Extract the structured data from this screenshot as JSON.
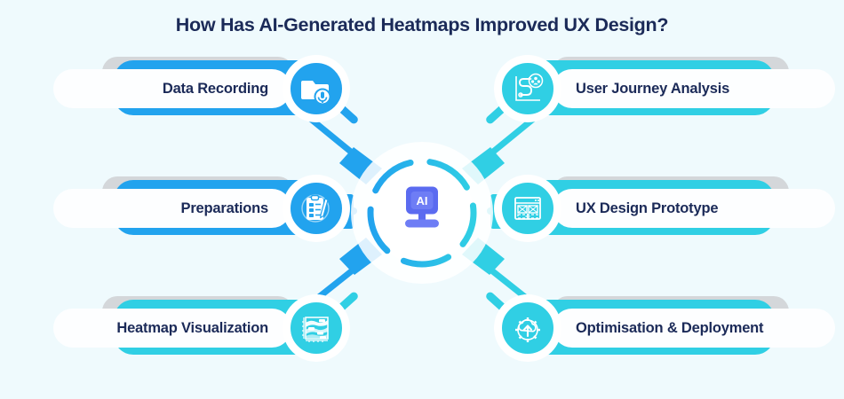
{
  "page": {
    "title": "How Has AI-Generated Heatmaps Improved UX Design?",
    "background_color": "#EFFAFD",
    "title_color": "#1B2A58",
    "accent_blue": "#22A3EE",
    "accent_cyan": "#30CFE4",
    "shadow_gray": "#D4D7DA",
    "hub_icon_color": "#5B6BF0"
  },
  "hub": {
    "label": "AI",
    "icon": "ai-monitor-icon"
  },
  "left_items": [
    {
      "label": "Data Recording",
      "icon": "folder-microphone-icon",
      "color": "#22A3EE"
    },
    {
      "label": "Preparations",
      "icon": "clipboard-checklist-icon",
      "color": "#22A3EE"
    },
    {
      "label": "Heatmap Visualization",
      "icon": "heatmap-chart-icon",
      "color": "#30CFE4"
    }
  ],
  "right_items": [
    {
      "label": "User Journey Analysis",
      "icon": "user-journey-path-icon",
      "color": "#30CFE4"
    },
    {
      "label": "UX Design Prototype",
      "icon": "wireframe-layout-icon",
      "color": "#30CFE4"
    },
    {
      "label": "Optimisation & Deployment",
      "icon": "cloud-upload-gear-icon",
      "color": "#30CFE4"
    }
  ]
}
